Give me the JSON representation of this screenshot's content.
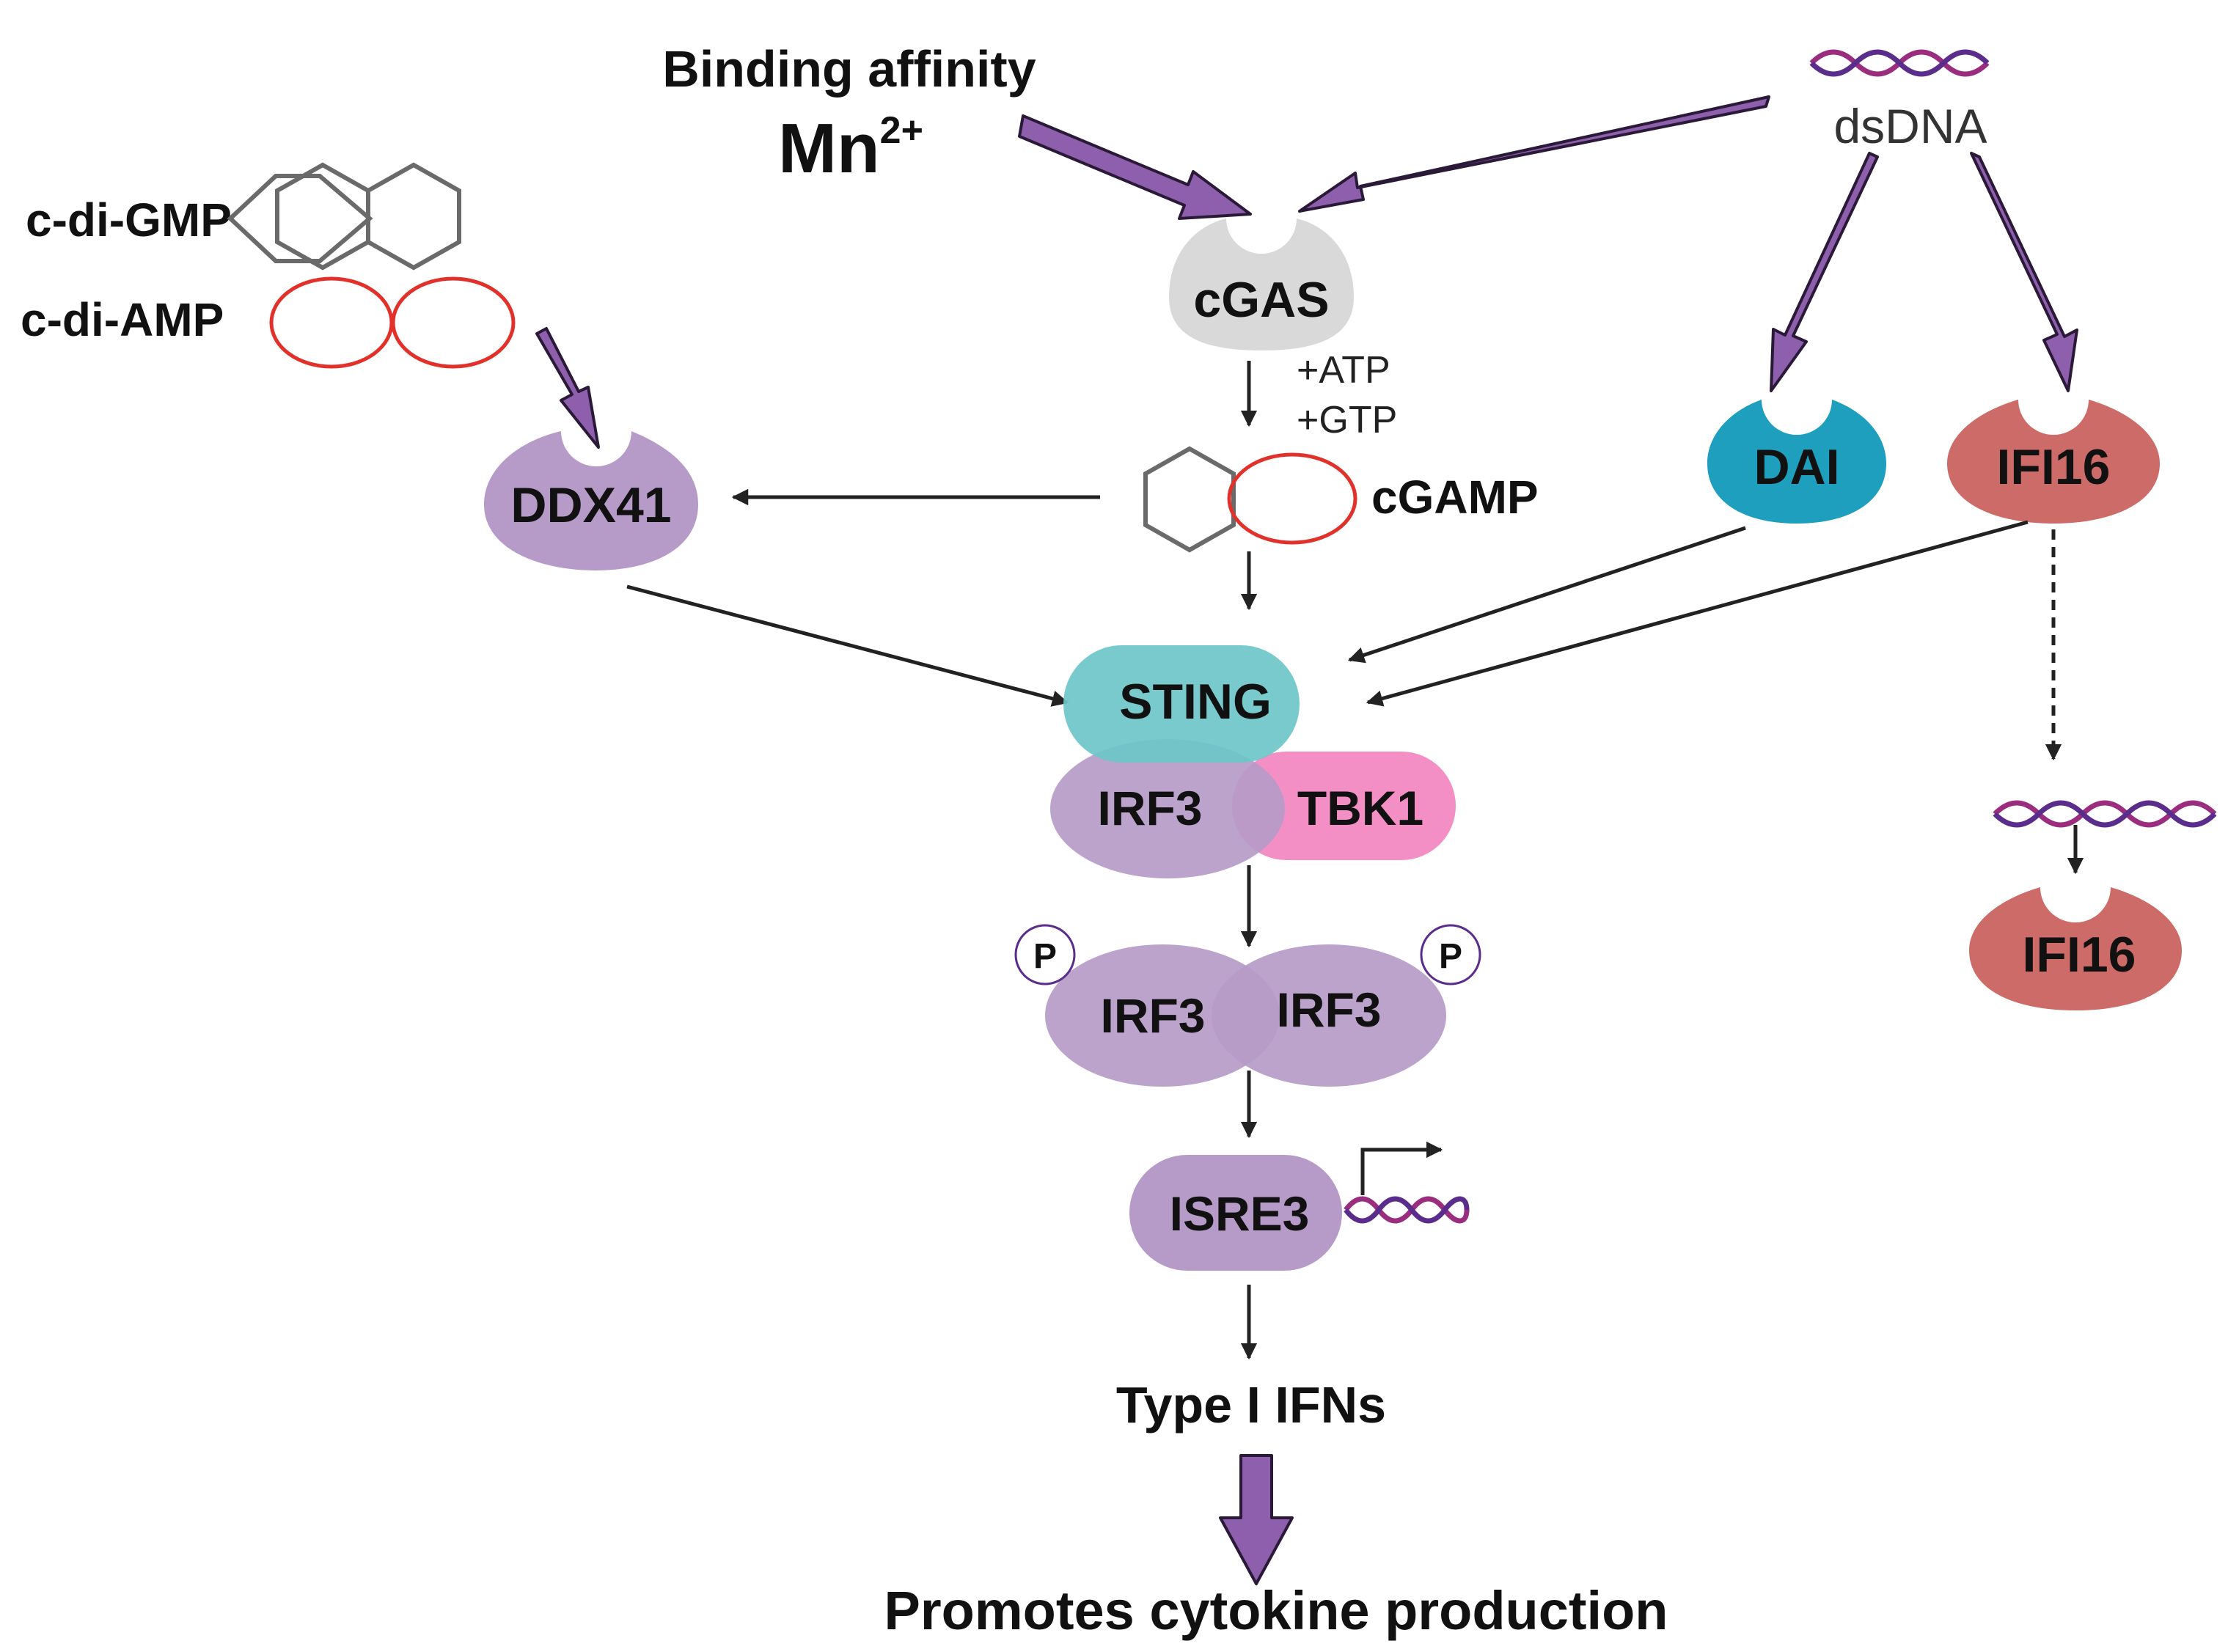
{
  "labels": {
    "binding_affinity": "Binding affinity",
    "mn_base": "Mn",
    "mn_superscript": "2+",
    "dsdna": "dsDNA",
    "c_di_gmp": "c-di-GMP",
    "c_di_amp": "c-di-AMP",
    "cgamp": "cGAMP",
    "atp": "+ATP",
    "gtp": "+GTP",
    "type_i_ifns": "Type I IFNs",
    "promotes": "Promotes cytokine production"
  },
  "proteins": {
    "cgas": "cGAS",
    "ddx41": "DDX41",
    "dai": "DAI",
    "ifi16_top": "IFI16",
    "ifi16_bottom": "IFI16",
    "sting": "STING",
    "irf3": "IRF3",
    "tbk1": "TBK1",
    "irf3_left": "IRF3",
    "irf3_right": "IRF3",
    "phospho_left": "P",
    "phospho_right": "P",
    "isre3": "ISRE3"
  },
  "colors": {
    "cgas": "#d9d9d9",
    "ddx41": "#b69bc8",
    "irf3": "#b69bc8",
    "isre3": "#b69bc8",
    "dai": "#1e9fbd",
    "ifi16": "#cd6b68",
    "sting": "#6ec6c8",
    "tbk1": "#f38fc4",
    "purple_arrow": "#8e5fac",
    "red_ring": "#e2302b",
    "gray_hex": "#6a6a6a",
    "dna_strand_a": "#9b2d7e",
    "dna_strand_b": "#5a2d8c"
  }
}
